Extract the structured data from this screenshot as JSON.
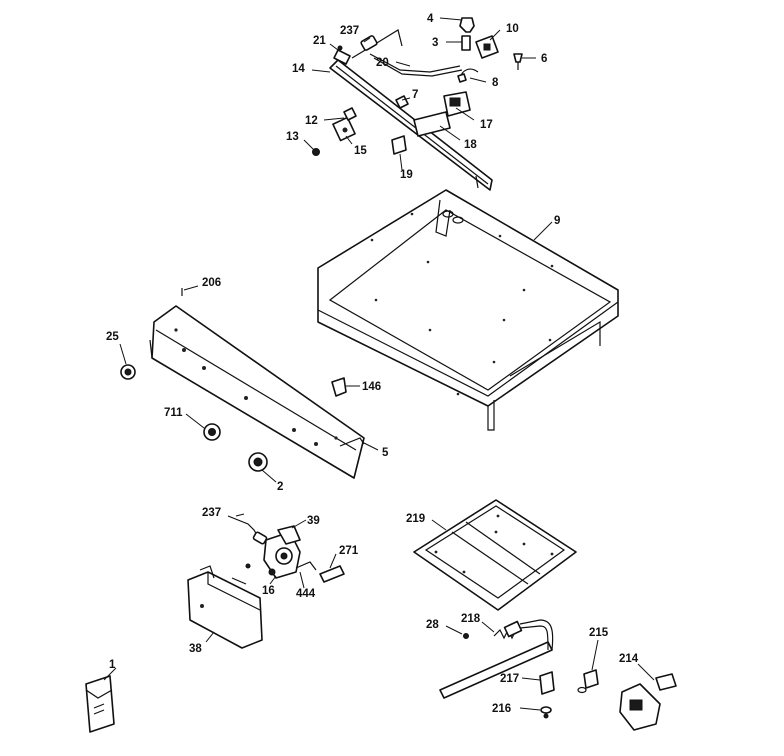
{
  "callouts": {
    "c1": "1",
    "c2": "2",
    "c3": "3",
    "c4": "4",
    "c5": "5",
    "c6": "6",
    "c7": "7",
    "c8": "8",
    "c9": "9",
    "c10": "10",
    "c12": "12",
    "c13": "13",
    "c14": "14",
    "c15": "15",
    "c16": "16",
    "c17": "17",
    "c18": "18",
    "c19": "19",
    "c20": "20",
    "c21": "21",
    "c25": "25",
    "c28": "28",
    "c38": "38",
    "c39": "39",
    "c146": "146",
    "c206": "206",
    "c214": "214",
    "c215": "215",
    "c216": "216",
    "c217": "217",
    "c218": "218",
    "c219": "219",
    "c237a": "237",
    "c237b": "237",
    "c271": "271",
    "c444": "444",
    "c711": "711"
  }
}
